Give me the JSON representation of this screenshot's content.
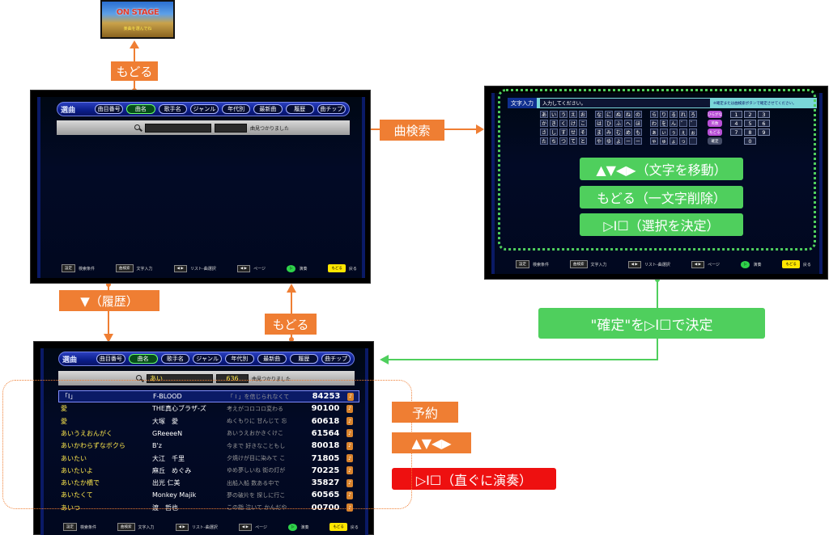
{
  "thumbnail": {
    "title": "ON STAGE",
    "subtitle": "楽曲を選んでね"
  },
  "labels": {
    "back_top": "もどる",
    "song_search": "曲検索",
    "history": "▼（履歴）",
    "back_mid": "もどる",
    "confirm": "\"確定\"を▷I☐で決定",
    "reserve": "予約",
    "arrows_move": "▲▼◀▶",
    "play_now": "▷I☐（直ぐに演奏）"
  },
  "char_screen_buttons": [
    "▲▼◀▶（文字を移動）",
    "もどる（一文字削除）",
    "▷I☐（選択を決定）"
  ],
  "tabs": [
    "曲目番号",
    "曲名",
    "歌手名",
    "ジャンル",
    "年代別",
    "最新曲",
    "履歴",
    "曲チップ"
  ],
  "tab_logo": "選曲",
  "search_empty": {
    "result_text": "曲見つかりました"
  },
  "search_history": {
    "query": "あい",
    "count": "636",
    "result_text": "曲見つかりました"
  },
  "footer": {
    "settings_key": "設定",
    "settings_label": "検索条件",
    "redo_key": "曲検索",
    "redo_label": "文字入力",
    "list_key": "◀ ▶",
    "list_label": "リスト-曲選択",
    "page_key": "◀ ▶",
    "page_label": "ページ",
    "play_key": "▷",
    "play_label": "演奏",
    "back_key": "もどる",
    "back_label": "戻る"
  },
  "char_input": {
    "title": "文字入力",
    "placeholder": "入力してください。",
    "hint": "※確定または曲検索ボタンで確定させてください。",
    "kana": [
      [
        "あ",
        "い",
        "う",
        "え",
        "お"
      ],
      [
        "か",
        "き",
        "く",
        "け",
        "こ"
      ],
      [
        "さ",
        "し",
        "す",
        "せ",
        "そ"
      ],
      [
        "た",
        "ち",
        "つ",
        "て",
        "と"
      ]
    ],
    "kana2": [
      [
        "な",
        "に",
        "ぬ",
        "ね",
        "の"
      ],
      [
        "は",
        "ひ",
        "ふ",
        "へ",
        "ほ"
      ],
      [
        "ま",
        "み",
        "む",
        "め",
        "も"
      ],
      [
        "や",
        "ゆ",
        "よ",
        "ー",
        "ー"
      ]
    ],
    "kana3": [
      [
        "ら",
        "り",
        "る",
        "れ",
        "ろ"
      ],
      [
        "わ",
        "を",
        "ん",
        "゛",
        "゜"
      ],
      [
        "ぁ",
        "ぃ",
        "ぅ",
        "ぇ",
        "ぉ"
      ],
      [
        "ゃ",
        "ゅ",
        "ょ",
        "っ",
        ""
      ]
    ],
    "modes": [
      "ひらがな",
      "英数",
      "もどる",
      "確定"
    ],
    "numbers": [
      [
        "1",
        "2",
        "3"
      ],
      [
        "4",
        "5",
        "6"
      ],
      [
        "7",
        "8",
        "9"
      ],
      [
        "",
        "0",
        ""
      ]
    ]
  },
  "song_list": [
    {
      "title": "「I」",
      "artist": "F-BLOOD",
      "lyric": "「 I 」を信じられなくて",
      "number": "84253"
    },
    {
      "title": "愛",
      "artist": "THE真心ブラザ-ズ",
      "lyric": "考えがコロコロ変わる",
      "number": "90100"
    },
    {
      "title": "愛",
      "artist": "大塚　愛",
      "lyric": "ぬくもりに 甘んじて 忘",
      "number": "60618"
    },
    {
      "title": "あいうえおんがく",
      "artist": "GReeeeN",
      "lyric": "あいうえおかきくけこ",
      "number": "61564"
    },
    {
      "title": "あいかわらずなボクら",
      "artist": "B'z",
      "lyric": "今まで 好きなこともし",
      "number": "80018"
    },
    {
      "title": "あいたい",
      "artist": "大江　千里",
      "lyric": "夕焼けが目に染みて こ",
      "number": "71805"
    },
    {
      "title": "あいたいよ",
      "artist": "麻丘　めぐみ",
      "lyric": "ゆめ夢しいね 街の灯が",
      "number": "70225"
    },
    {
      "title": "あいたか橋で",
      "artist": "出光 仁美",
      "lyric": "出船入船 数ある中で",
      "number": "35827"
    },
    {
      "title": "あいたくて",
      "artist": "Monkey Majik",
      "lyric": "夢の破片を 探しに行こ",
      "number": "60565"
    },
    {
      "title": "あいつ",
      "artist": "渡　哲也",
      "lyric": "この指 泣いて かんだや",
      "number": "00700"
    }
  ],
  "colors": {
    "orange": "#ef7e33",
    "green": "#4fcf5d",
    "red": "#ee1010"
  }
}
